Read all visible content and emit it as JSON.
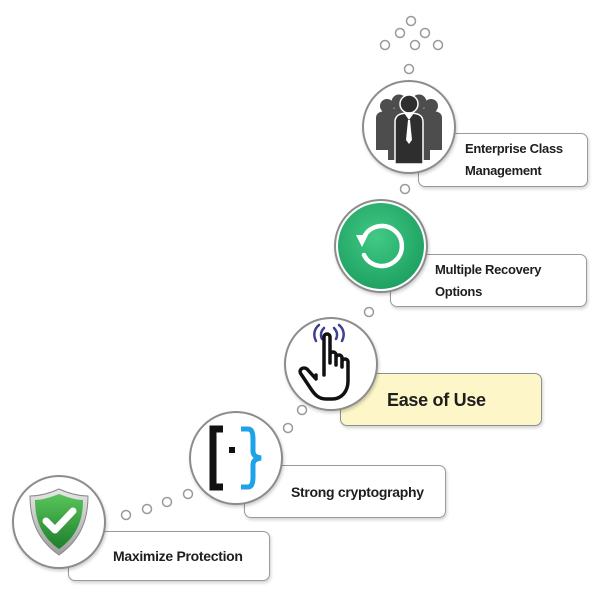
{
  "steps": [
    {
      "label": "Maximize Protection",
      "icon": "shield-check-icon"
    },
    {
      "label": "Strong cryptography",
      "icon": "code-brackets-icon"
    },
    {
      "label": "Ease of Use",
      "icon": "touch-hand-icon"
    },
    {
      "label_line1": "Multiple Recovery",
      "label_line2": "Options",
      "icon": "recovery-icon"
    },
    {
      "label_line1": "Enterprise Class",
      "label_line2": "Management",
      "icon": "team-icon"
    }
  ],
  "colors": {
    "highlight_fill": "#fcf6c8",
    "shield_green": "#2e9a3a",
    "recovery_green": "#2bb673",
    "bracket_blue": "#1fa3e8",
    "dot_stroke": "#9a9a9a"
  }
}
